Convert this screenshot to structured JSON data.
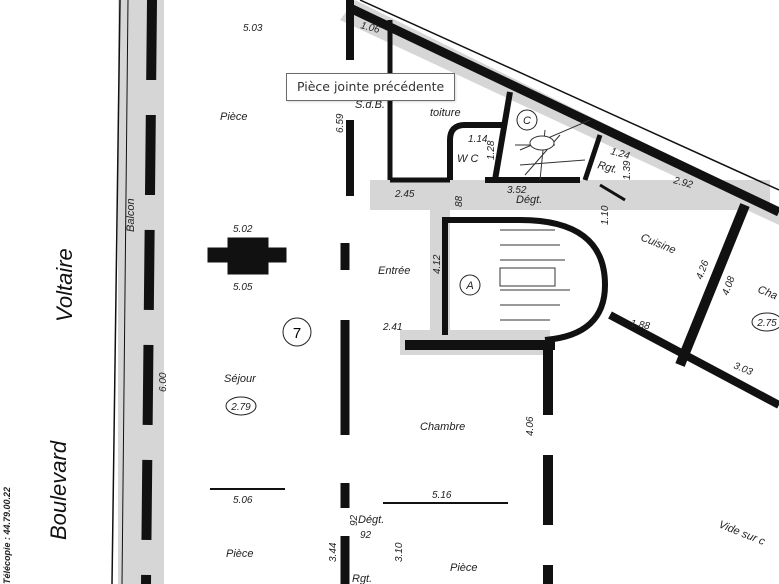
{
  "tooltip": "Pièce jointe précédente",
  "plan": {
    "streets": {
      "voltaire": "Voltaire",
      "boulevard": "Boulevard"
    },
    "fax": "Télécopie : 44.79.00.22",
    "balcon": "Balcon",
    "rooms": {
      "piece_top": "Pièce",
      "sdb": "S.d.B.",
      "toiture": "toiture",
      "wc": "W C",
      "rgt_top": "Rgt.",
      "degt_top": "Dégt.",
      "cuisine": "Cuisine",
      "chambre_right": "Cha",
      "entree": "Entrée",
      "sejour": "Séjour",
      "chambre": "Chambre",
      "degt_bottom": "Dégt.",
      "piece_bl": "Pièce",
      "piece_bm": "Pièce",
      "rgt_bottom": "Rgt.",
      "vide": "Vide sur c"
    },
    "markers": {
      "c": "C",
      "a": "A",
      "seven": "7",
      "h_sejour": "2.79",
      "h_chambre": "2.75"
    },
    "dims": {
      "d503": "5.03",
      "d106": "1.06",
      "d659": "6.59",
      "d114": "1.14",
      "d128": "1.28",
      "d124": "1.24",
      "d139": "1.39",
      "d292": "2.92",
      "d245": "2.45",
      "d88": "88",
      "d352": "3.52",
      "d110": "1.10",
      "d426": "4.26",
      "d408": "4.08",
      "d502": "5.02",
      "d505": "5.05",
      "d412": "4.12",
      "d241": "2.41",
      "d188": "1.88",
      "d303": "3.03",
      "d600": "6.00",
      "d406": "4.06",
      "d506": "5.06",
      "d516": "5.16",
      "d92a": "92",
      "d92b": "92",
      "d344": "3.44",
      "d310": "3.10"
    }
  }
}
